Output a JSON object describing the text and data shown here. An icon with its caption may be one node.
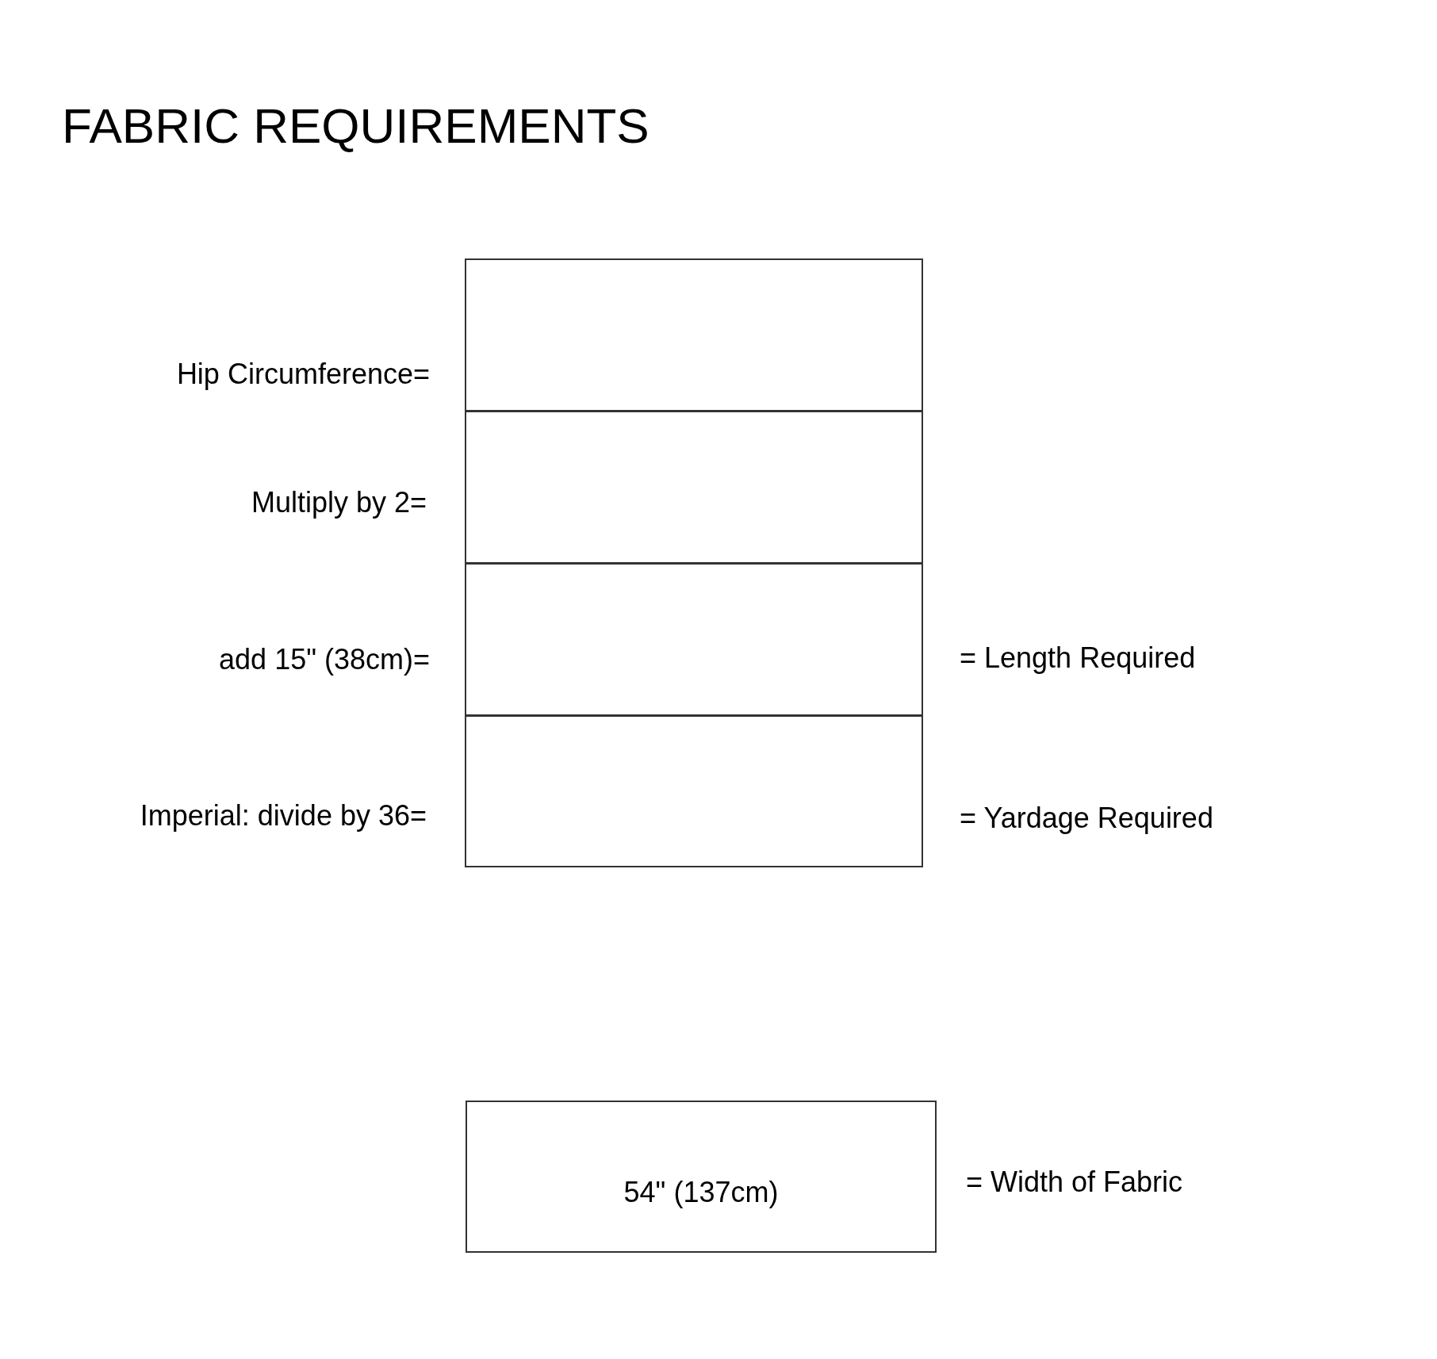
{
  "diagram": {
    "title": "FABRIC REQUIREMENTS",
    "nodes": [
      {
        "text": [],
        "shape": "box",
        "beside": [
          "Hip Circumference="
        ]
      },
      {
        "text": [],
        "shape": "box",
        "beside": [
          "Multiply by 2="
        ]
      },
      {
        "text": [],
        "shape": "box",
        "beside": [
          "add 15\" (38cm)=",
          "= Length Required"
        ]
      },
      {
        "text": [],
        "shape": "box",
        "beside": [
          "Imperial: divide by 36=",
          "= Yardage Required"
        ]
      },
      {
        "text": [
          "54\" (137cm)"
        ],
        "beside": [
          "= Width of Fabric"
        ]
      }
    ]
  }
}
